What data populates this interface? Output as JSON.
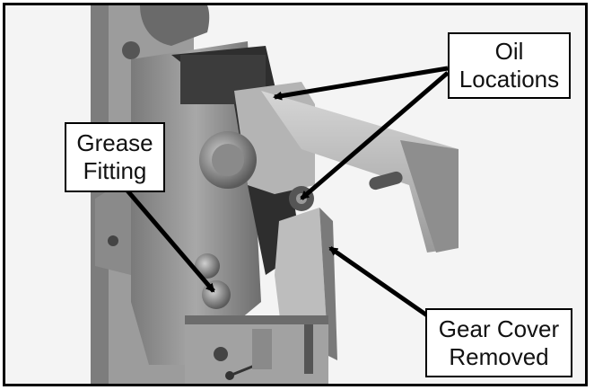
{
  "figure": {
    "callouts": {
      "oil_locations": {
        "line1": "Oil",
        "line2": "Locations"
      },
      "grease_fitting": {
        "line1": "Grease",
        "line2": "Fitting"
      },
      "gear_cover_removed": {
        "line1": "Gear Cover",
        "line2": "Removed"
      }
    },
    "colors": {
      "frame": "#000000",
      "metal_dark": "#3a3a3a",
      "metal_mid": "#8c8c8c",
      "metal_light": "#c8c8c8",
      "arrow": "#000000"
    }
  }
}
